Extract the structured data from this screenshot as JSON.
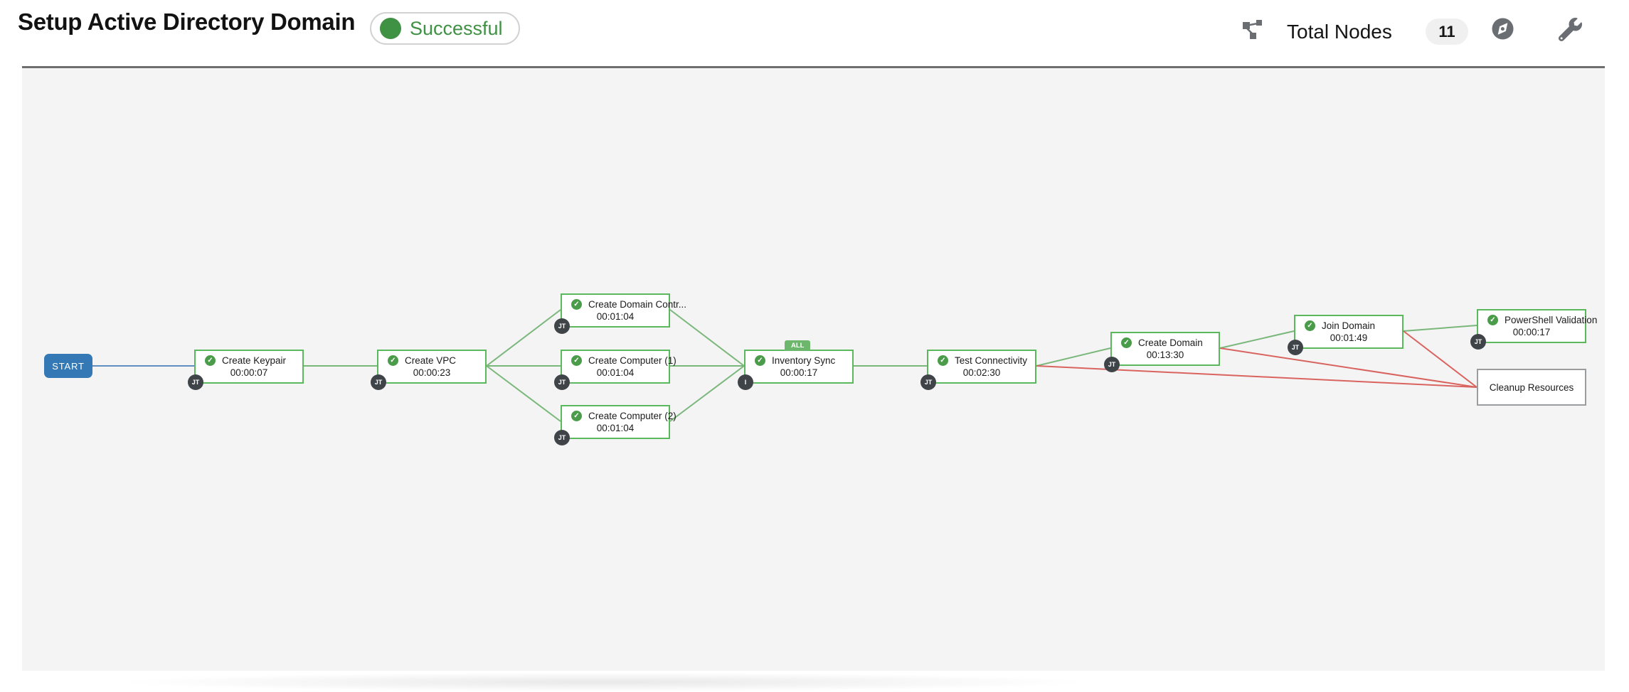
{
  "header": {
    "title": "Setup Active Directory Domain",
    "status_badge": {
      "label": "Successful",
      "icon": "check-circle-icon"
    },
    "total_nodes_label": "Total Nodes",
    "total_nodes_count": "11",
    "toolbar_icons": [
      "workflow-icon",
      "compass-icon",
      "wrench-icon"
    ]
  },
  "workflow": {
    "start_label": "START",
    "all_badge": "ALL",
    "nodes": [
      {
        "label": "Create Keypair",
        "elapsed": "00:00:07",
        "type_badge": "JT",
        "status": "successful"
      },
      {
        "label": "Create VPC",
        "elapsed": "00:00:23",
        "type_badge": "JT",
        "status": "successful"
      },
      {
        "label": "Create Domain Contr...",
        "elapsed": "00:01:04",
        "type_badge": "JT",
        "status": "successful"
      },
      {
        "label": "Create Computer (1)",
        "elapsed": "00:01:04",
        "type_badge": "JT",
        "status": "successful"
      },
      {
        "label": "Create Computer (2)",
        "elapsed": "00:01:04",
        "type_badge": "JT",
        "status": "successful"
      },
      {
        "label": "Inventory Sync",
        "elapsed": "00:00:17",
        "type_badge": "I",
        "status": "successful",
        "convergence": "ALL"
      },
      {
        "label": "Test Connectivity",
        "elapsed": "00:02:30",
        "type_badge": "JT",
        "status": "successful"
      },
      {
        "label": "Create Domain",
        "elapsed": "00:13:30",
        "type_badge": "JT",
        "status": "successful"
      },
      {
        "label": "Join Domain",
        "elapsed": "00:01:49",
        "type_badge": "JT",
        "status": "successful"
      },
      {
        "label": "PowerShell Validation",
        "elapsed": "00:00:17",
        "type_badge": "JT",
        "status": "successful"
      },
      {
        "label": "Cleanup Resources",
        "elapsed": "",
        "type_badge": "",
        "status": "pending"
      }
    ]
  },
  "colors": {
    "accent_blue": "#3478b6",
    "success_green": "#3f9143",
    "node_border_green": "#5cb85c",
    "link_green": "#7ab77a",
    "link_red": "#d9645f",
    "gray_icon": "#6a6e73",
    "badge_dark": "#3f4449",
    "canvas_bg": "#f4f4f4"
  }
}
